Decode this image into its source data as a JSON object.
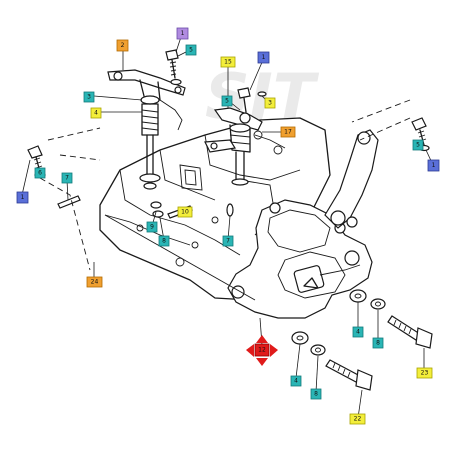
{
  "colors": {
    "teal": "#2ab5b5",
    "blue": "#5a6fd8",
    "yellow": "#f3ee3b",
    "orange": "#f0a030",
    "purple": "#b08be0",
    "red": "#e01b1b"
  },
  "watermark": "SJT",
  "callouts": [
    {
      "id": "c2",
      "text": "2",
      "style": "orange"
    },
    {
      "id": "c1a",
      "text": "1",
      "style": "purple"
    },
    {
      "id": "c5a",
      "text": "5",
      "style": "teal"
    },
    {
      "id": "c3a",
      "text": "3",
      "style": "teal"
    },
    {
      "id": "c4",
      "text": "4",
      "style": "yellow"
    },
    {
      "id": "c15",
      "text": "15",
      "style": "yellow"
    },
    {
      "id": "c1b",
      "text": "1",
      "style": "blue"
    },
    {
      "id": "c5b",
      "text": "5",
      "style": "teal"
    },
    {
      "id": "c3b",
      "text": "3",
      "style": "yellow"
    },
    {
      "id": "c17",
      "text": "17",
      "style": "orange"
    },
    {
      "id": "c5c",
      "text": "5",
      "style": "teal"
    },
    {
      "id": "c1c",
      "text": "1",
      "style": "blue"
    },
    {
      "id": "c6",
      "text": "6",
      "style": "teal"
    },
    {
      "id": "c1d",
      "text": "1",
      "style": "blue"
    },
    {
      "id": "c7a",
      "text": "7",
      "style": "teal"
    },
    {
      "id": "c10",
      "text": "10",
      "style": "yellow"
    },
    {
      "id": "c9",
      "text": "9",
      "style": "teal"
    },
    {
      "id": "c8",
      "text": "8",
      "style": "teal"
    },
    {
      "id": "c7b",
      "text": "7",
      "style": "teal"
    },
    {
      "id": "c24",
      "text": "24",
      "style": "orange"
    },
    {
      "id": "c12",
      "text": "12",
      "style": "red"
    },
    {
      "id": "c4b",
      "text": "4",
      "style": "teal"
    },
    {
      "id": "c8b",
      "text": "8",
      "style": "teal"
    },
    {
      "id": "c4c",
      "text": "4",
      "style": "teal"
    },
    {
      "id": "c8c",
      "text": "8",
      "style": "teal"
    },
    {
      "id": "c23",
      "text": "23",
      "style": "yellow"
    },
    {
      "id": "c22",
      "text": "22",
      "style": "yellow"
    }
  ]
}
